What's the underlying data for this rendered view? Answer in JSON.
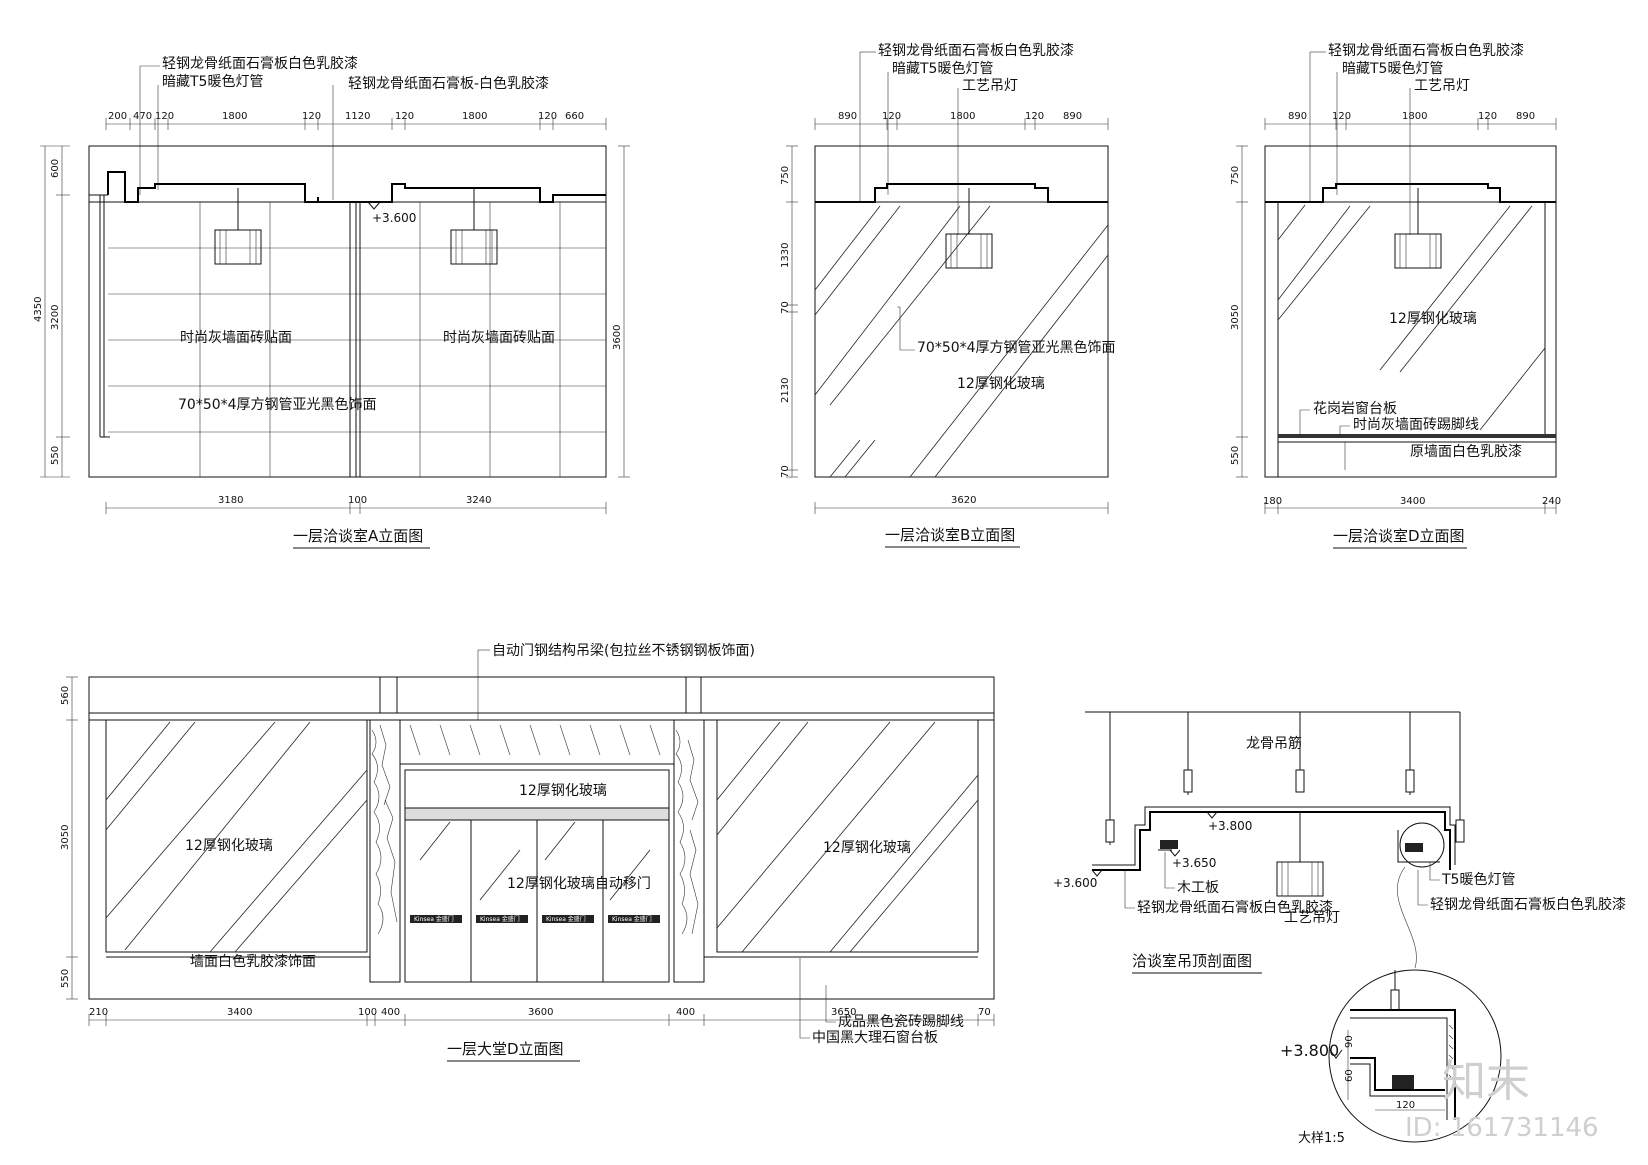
{
  "panelA": {
    "title": "一层洽谈室A立面图",
    "note1": "轻钢龙骨纸面石膏板白色乳胶漆",
    "note2": "暗藏T5暖色灯管",
    "note3": "轻钢龙骨纸面石膏板-白色乳胶漆",
    "elev": "+3.600",
    "wall_left": "时尚灰墙面砖贴面",
    "wall_right": "时尚灰墙面砖贴面",
    "door": "70*50*4厚方钢管亚光黑色饰面",
    "top_dims": [
      "200",
      "470",
      "120",
      "1800",
      "120",
      "1120",
      "120",
      "1800",
      "120",
      "660"
    ],
    "left_dims": [
      "600",
      "3200",
      "550"
    ],
    "left_total": "4350",
    "right_dim": "3600",
    "bottom_dims": [
      "3180",
      "100",
      "3240"
    ]
  },
  "panelB": {
    "title": "一层洽谈室B立面图",
    "note1": "轻钢龙骨纸面石膏板白色乳胶漆",
    "note2": "暗藏T5暖色灯管",
    "note3": "工艺吊灯",
    "frame": "70*50*4厚方钢管亚光黑色饰面",
    "glass": "12厚钢化玻璃",
    "top_dims": [
      "890",
      "120",
      "1800",
      "120",
      "890"
    ],
    "left_dims": [
      "750",
      "1330",
      "70",
      "2130",
      "70"
    ],
    "bottom_dim": "3620"
  },
  "panelD": {
    "title": "一层洽谈室D立面图",
    "note1": "轻钢龙骨纸面石膏板白色乳胶漆",
    "note2": "暗藏T5暖色灯管",
    "note3": "工艺吊灯",
    "glass": "12厚钢化玻璃",
    "sill": "花岗岩窗台板",
    "skirting": "时尚灰墙面砖踢脚线",
    "wall": "原墙面白色乳胶漆",
    "top_dims": [
      "890",
      "120",
      "1800",
      "120",
      "890"
    ],
    "left_dims": [
      "750",
      "3050",
      "550"
    ],
    "bottom_dims": [
      "180",
      "3400",
      "240"
    ]
  },
  "lobby": {
    "title": "一层大堂D立面图",
    "beam": "自动门钢结构吊梁(包拉丝不锈钢钢板饰面)",
    "glass_left": "12厚钢化玻璃",
    "glass_top": "12厚钢化玻璃",
    "door": "12厚钢化玻璃自动移门",
    "glass_right": "12厚钢化玻璃",
    "wall": "墙面白色乳胶漆饰面",
    "skirting": "成品黑色瓷砖踢脚线",
    "sill": "中国黑大理石窗台板",
    "left_dims": [
      "560",
      "3050",
      "550"
    ],
    "bottom_dims": [
      "210",
      "3400",
      "100",
      "400",
      "3600",
      "400",
      "3650",
      "70"
    ],
    "logo": "Kinsea 金盛门"
  },
  "section": {
    "title": "洽谈室吊顶剖面图",
    "hanger": "龙骨吊筋",
    "elev1": "+3.800",
    "elev2": "+3.650",
    "elev3": "+3.600",
    "board": "木工板",
    "lamp": "T5暖色灯管",
    "ceiling_left": "轻钢龙骨纸面石膏板白色乳胶漆",
    "ceiling_right": "轻钢龙骨纸面石膏板白色乳胶漆",
    "pendant": "工艺吊灯"
  },
  "detail": {
    "scale": "大样1:5",
    "elev": "+3.800",
    "dims": [
      "90",
      "60",
      "120"
    ]
  },
  "watermark": {
    "brand": "知末",
    "id": "ID: 161731146"
  }
}
